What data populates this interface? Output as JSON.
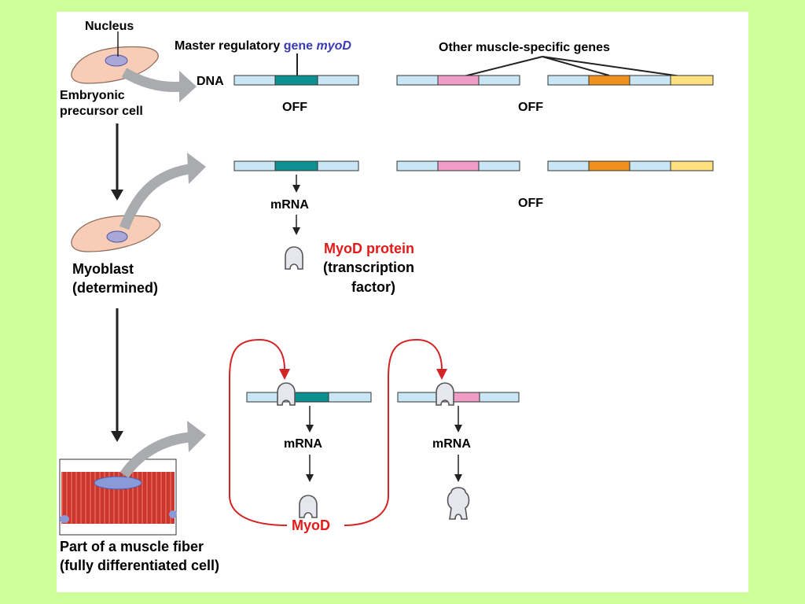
{
  "labels": {
    "nucleus": "Nucleus",
    "embryonic_line1": "Embryonic",
    "embryonic_line2": "precursor cell",
    "master_regulatory": "Master regulatory",
    "gene_word": "gene",
    "gene_name": "myoD",
    "other_genes": "Other muscle-specific genes",
    "dna": "DNA",
    "off": "OFF",
    "mrna": "mRNA",
    "myod_protein": "MyoD protein",
    "transcription": "(transcription",
    "factor": "factor)",
    "myoblast": "Myoblast",
    "determined": "(determined)",
    "myod_loop": "MyoD",
    "muscle_fiber_line1": "Part of a muscle fiber",
    "muscle_fiber_line2": "(fully differentiated cell)"
  },
  "colors": {
    "background": "#ccff99",
    "dna_strand": "#c8e6f5",
    "myod_gene": "#0e9090",
    "gene_pink": "#f09cc6",
    "gene_orange": "#f0901e",
    "gene_yellow": "#ffe080",
    "cell_body": "#f8cdb8",
    "nucleus": "#a8a8d8",
    "gray_arrow": "#a9abae",
    "loop_red": "#d32525",
    "red_text": "#e21a1a",
    "blue_text": "#3a3ab4",
    "muscle": "#c8362f"
  },
  "icons": {
    "protein": "myod-protein-icon",
    "cell": "cell-icon",
    "muscle": "muscle-fiber-icon"
  }
}
